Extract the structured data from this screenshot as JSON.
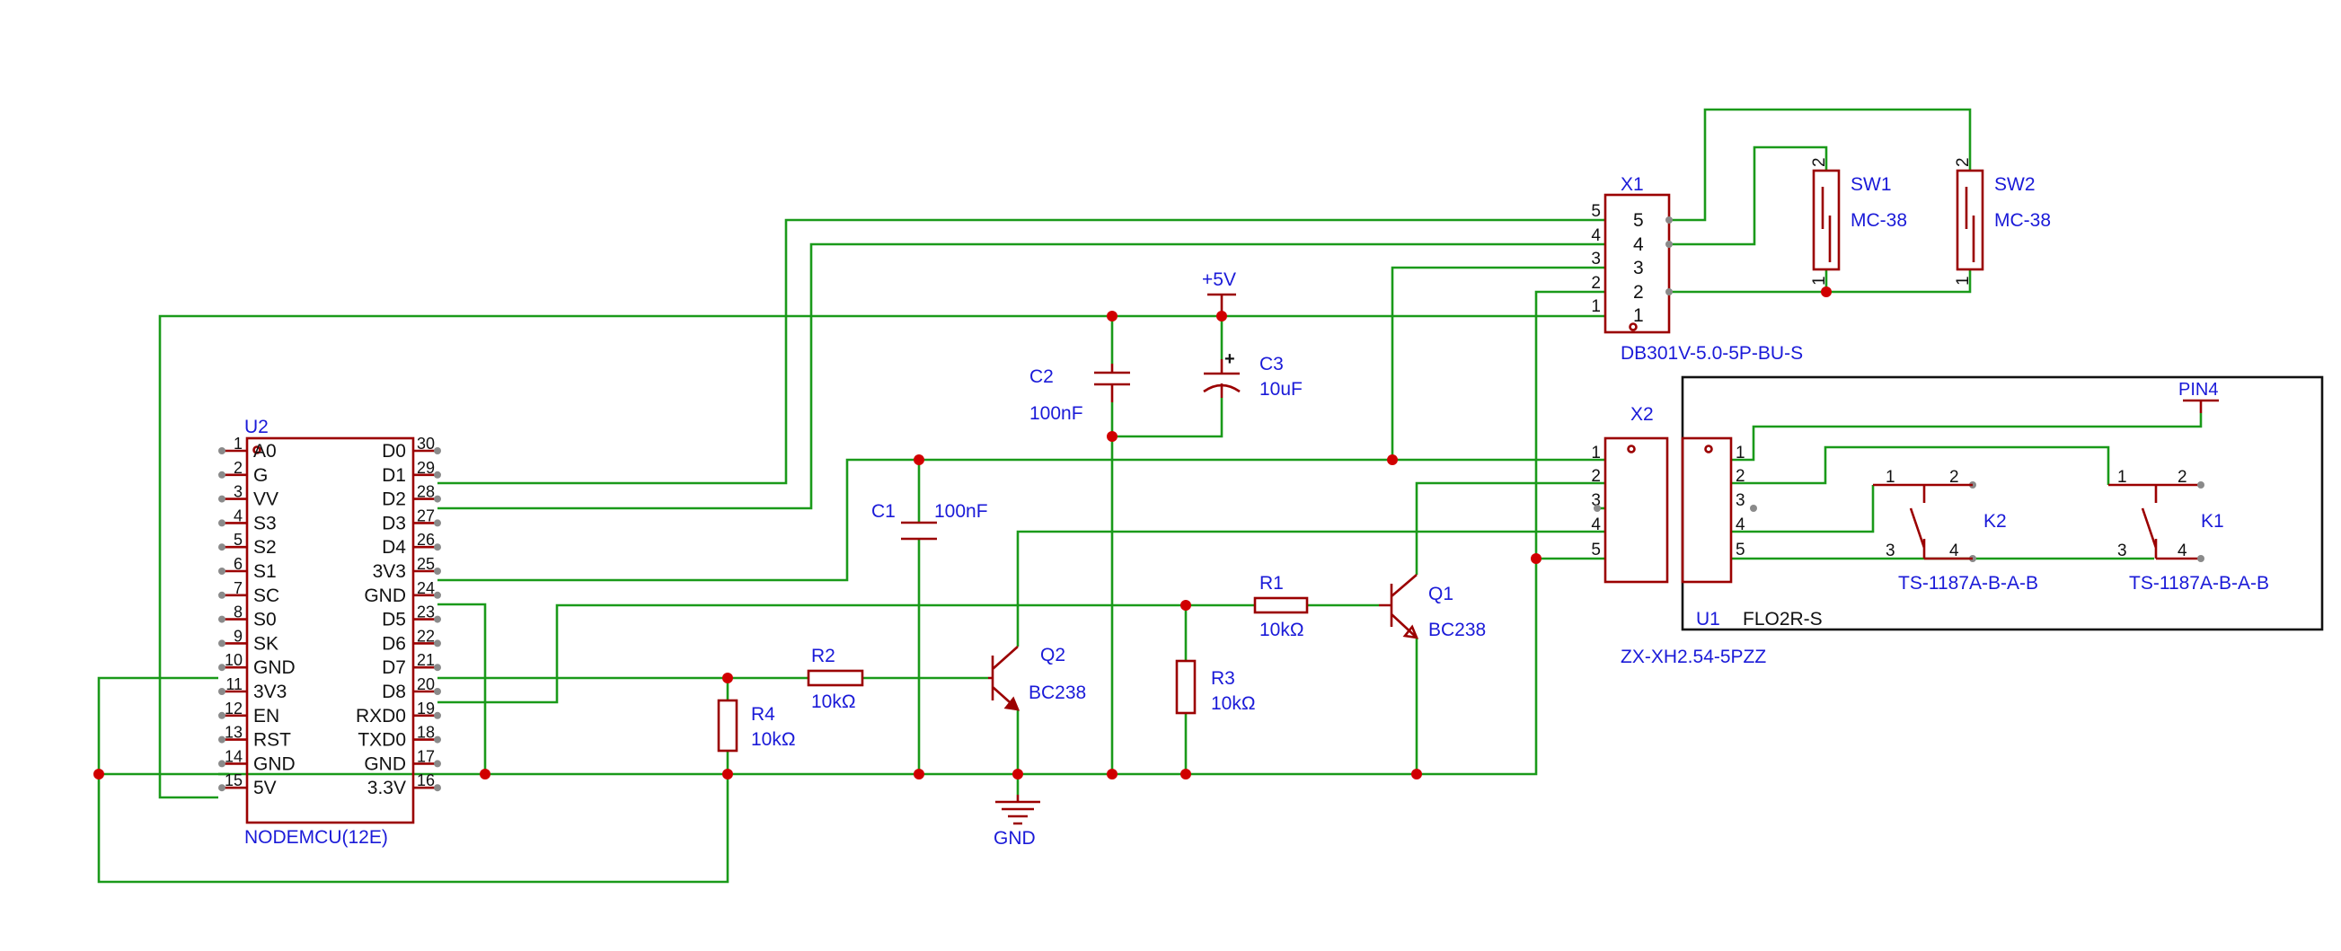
{
  "u2": {
    "ref": "U2",
    "value": "NODEMCU(12E)",
    "left_pins": [
      {
        "num": "1",
        "name": "A0"
      },
      {
        "num": "2",
        "name": "G"
      },
      {
        "num": "3",
        "name": "VV"
      },
      {
        "num": "4",
        "name": "S3"
      },
      {
        "num": "5",
        "name": "S2"
      },
      {
        "num": "6",
        "name": "S1"
      },
      {
        "num": "7",
        "name": "SC"
      },
      {
        "num": "8",
        "name": "S0"
      },
      {
        "num": "9",
        "name": "SK"
      },
      {
        "num": "10",
        "name": "GND"
      },
      {
        "num": "11",
        "name": "3V3"
      },
      {
        "num": "12",
        "name": "EN"
      },
      {
        "num": "13",
        "name": "RST"
      },
      {
        "num": "14",
        "name": "GND"
      },
      {
        "num": "15",
        "name": "5V"
      }
    ],
    "right_pins": [
      {
        "num": "30",
        "name": "D0"
      },
      {
        "num": "29",
        "name": "D1"
      },
      {
        "num": "28",
        "name": "D2"
      },
      {
        "num": "27",
        "name": "D3"
      },
      {
        "num": "26",
        "name": "D4"
      },
      {
        "num": "25",
        "name": "3V3"
      },
      {
        "num": "24",
        "name": "GND"
      },
      {
        "num": "23",
        "name": "D5"
      },
      {
        "num": "22",
        "name": "D6"
      },
      {
        "num": "21",
        "name": "D7"
      },
      {
        "num": "20",
        "name": "D8"
      },
      {
        "num": "19",
        "name": "RXD0"
      },
      {
        "num": "18",
        "name": "TXD0"
      },
      {
        "num": "17",
        "name": "GND"
      },
      {
        "num": "16",
        "name": "3.3V"
      }
    ]
  },
  "x1": {
    "ref": "X1",
    "value": "DB301V-5.0-5P-BU-S",
    "pins": [
      "5",
      "4",
      "3",
      "2",
      "1"
    ],
    "ext_pins": [
      "5",
      "4",
      "3",
      "2",
      "1"
    ]
  },
  "sw1": {
    "ref": "SW1",
    "value": "MC-38",
    "pin_top": "2",
    "pin_bottom": "1"
  },
  "sw2": {
    "ref": "SW2",
    "value": "MC-38",
    "pin_top": "2",
    "pin_bottom": "1"
  },
  "x2": {
    "ref": "X2",
    "value": "ZX-XH2.54-5PZZ",
    "pins": [
      "1",
      "2",
      "3",
      "4",
      "5"
    ]
  },
  "u1": {
    "ref": "U1",
    "value": "FLO2R-S",
    "pins": [
      "1",
      "2",
      "3",
      "4",
      "5"
    ],
    "port": "PIN4"
  },
  "k2": {
    "ref": "K2",
    "value": "TS-1187A-B-A-B",
    "pins": [
      "1",
      "2",
      "3",
      "4"
    ]
  },
  "k1": {
    "ref": "K1",
    "value": "TS-1187A-B-A-B",
    "pins": [
      "1",
      "2",
      "3",
      "4"
    ]
  },
  "c1": {
    "ref": "C1",
    "value": "100nF"
  },
  "c2": {
    "ref": "C2",
    "value": "100nF"
  },
  "c3": {
    "ref": "C3",
    "value": "10uF",
    "polarity": "+"
  },
  "power": {
    "label": "+5V"
  },
  "gnd": {
    "label": "GND"
  },
  "r1": {
    "ref": "R1",
    "value": "10kΩ"
  },
  "r2": {
    "ref": "R2",
    "value": "10kΩ"
  },
  "r3": {
    "ref": "R3",
    "value": "10kΩ"
  },
  "r4": {
    "ref": "R4",
    "value": "10kΩ"
  },
  "q1": {
    "ref": "Q1",
    "value": "BC238"
  },
  "q2": {
    "ref": "Q2",
    "value": "BC238"
  }
}
